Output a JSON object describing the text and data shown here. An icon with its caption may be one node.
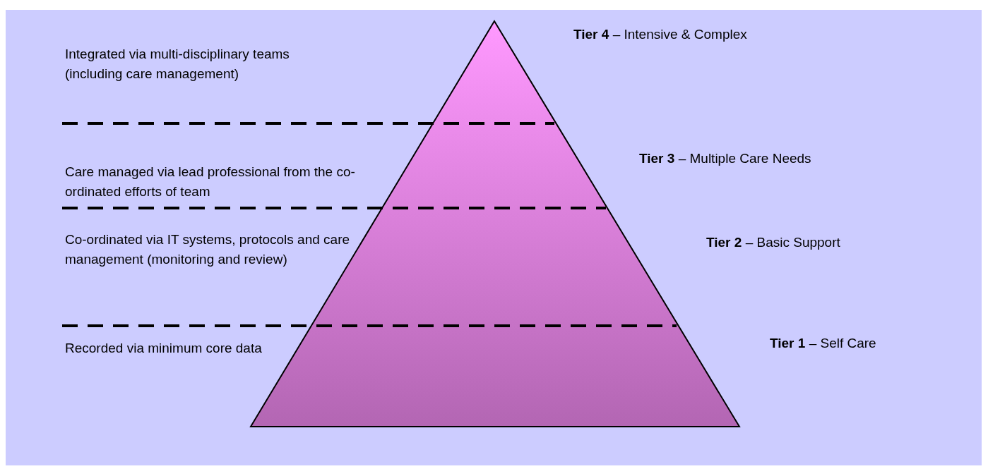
{
  "diagram": {
    "labels": [
      "Integrated via multi-disciplinary teams (including care management)",
      "**Tier 4** – Intensive & Complex",
      "Care managed via lead professional from the co-ordinated efforts of team",
      "**Tier 3** – Multiple Care Needs",
      "Co-ordinated via IT systems, protocols and care management (monitoring and review)",
      "**Tier 2** – Basic Support",
      "Recorded via minimum core data",
      "**Tier 1** – Self Care"
    ]
  }
}
